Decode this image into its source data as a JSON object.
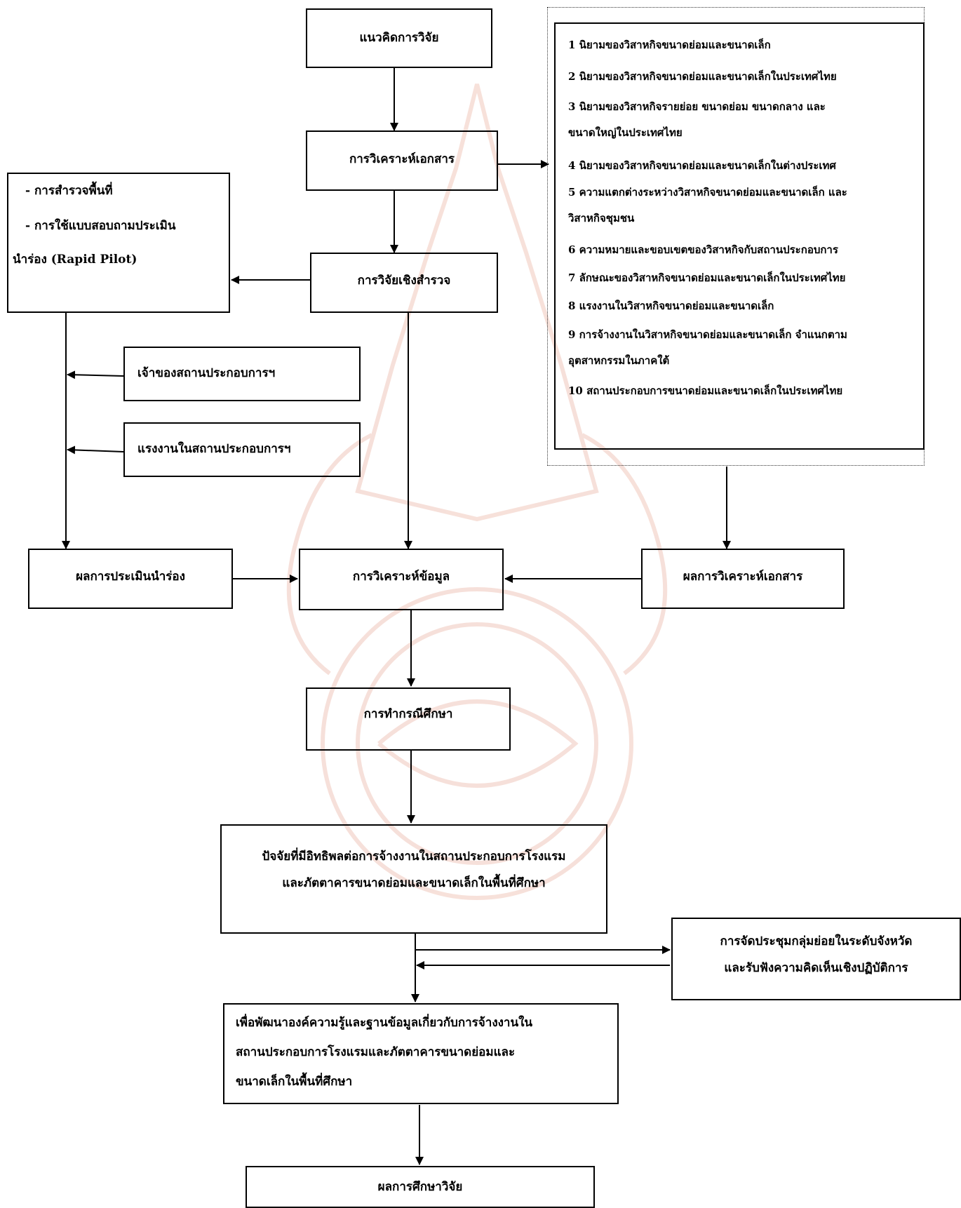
{
  "nodes": {
    "concept": "แนวคิดการวิจัย",
    "doc_analysis": "การวิเคราะห์เอกสาร",
    "survey_research": "การวิจัยเชิงสำรวจ",
    "survey_methods": {
      "line1": "- การสำรวจพื้นที่",
      "line2": "-  การใช้แบบสอบถามประเมิน",
      "line3": "นำร่อง (Rapid Pilot)"
    },
    "owners": "เจ้าของสถานประกอบการฯ",
    "workers": "แรงงานในสถานประกอบการฯ",
    "pilot_result": "ผลการประเมินนำร่อง",
    "data_analysis": "การวิเคราะห์ข้อมูล",
    "doc_result": "ผลการวิเคราะห์เอกสาร",
    "case_study": "การทำกรณีศึกษา",
    "factors": {
      "line1": "ปัจจัยที่มีอิทธิพลต่อการจ้างงานในสถานประกอบการโรงแรม",
      "line2": "และภัตตาคารขนาดย่อมและขนาดเล็กในพื้นที่ศึกษา"
    },
    "focus_group": {
      "line1": "การจัดประชุมกลุ่มย่อยในระดับจังหวัด",
      "line2": "และรับฟังความคิดเห็นเชิงปฏิบัติการ"
    },
    "develop": {
      "line1": "เพื่อพัฒนาองค์ความรู้และฐานข้อมูลเกี่ยวกับการจ้างงานใน",
      "line2": "สถานประกอบการโรงแรมและภัตตาคารขนาดย่อมและ",
      "line3": "ขนาดเล็กในพื้นที่ศึกษา"
    },
    "result": "ผลการศึกษาวิจัย"
  },
  "doc_topics": [
    "1 นิยามของวิสาหกิจขนาดย่อมและขนาดเล็ก",
    "2 นิยามของวิสาหกิจขนาดย่อมและขนาดเล็กในประเทศไทย",
    "3   นิยามของวิสาหกิจรายย่อย ขนาดย่อม ขนาดกลาง และ",
    "ขนาดใหญ่ในประเทศไทย",
    "4 นิยามของวิสาหกิจขนาดย่อมและขนาดเล็กในต่างประเทศ",
    "5 ความแตกต่างระหว่างวิสาหกิจขนาดย่อมและขนาดเล็ก และ",
    "วิสาหกิจชุมชน",
    "6 ความหมายและขอบเขตของวิสาหกิจกับสถานประกอบการ",
    "7 ลักษณะของวิสาหกิจขนาดย่อมและขนาดเล็กในประเทศไทย",
    "8 แรงงานในวิสาหกิจขนาดย่อมและขนาดเล็ก",
    "9 การจ้างงานในวิสาหกิจขนาดย่อมและขนาดเล็ก จำแนกตาม",
    "อุตสาหกรรมในภาคใต้",
    "10 สถานประกอบการขนาดย่อมและขนาดเล็กในประเทศไทย"
  ],
  "colors": {
    "line": "#000000",
    "watermark": "#e8b0a0"
  }
}
